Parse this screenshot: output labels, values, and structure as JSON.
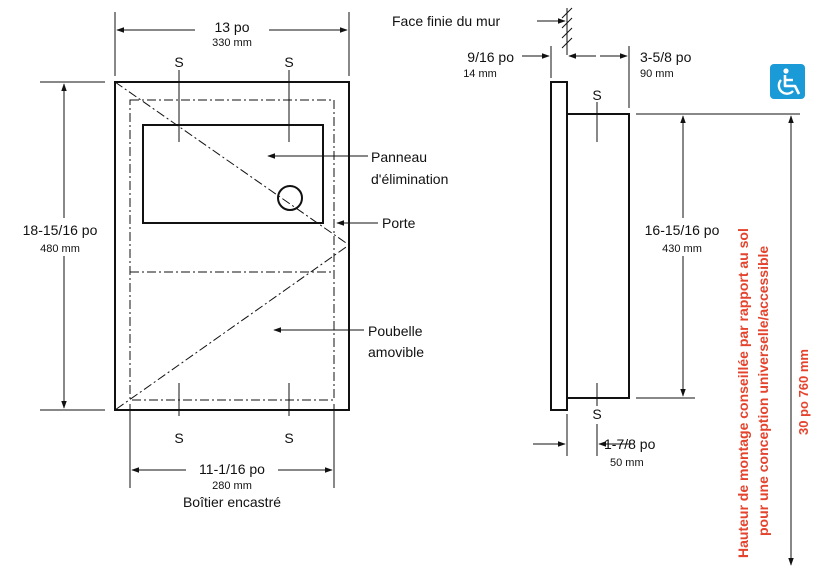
{
  "front_view": {
    "top_width": "13 po",
    "top_width_mm": "330 mm",
    "height": "18-15/16 po",
    "height_mm": "480 mm",
    "bottom_width": "11-1/16 po",
    "bottom_width_mm": "280 mm",
    "caption": "Boîtier encastré",
    "screw_label": "S",
    "panel_label_line1": "Panneau",
    "panel_label_line2": "d'élimination",
    "door_label": "Porte",
    "bin_label_line1": "Poubelle",
    "bin_label_line2": "amovible"
  },
  "side_view": {
    "wall_label": "Face finie du mur",
    "wall_thickness": "9/16 po",
    "wall_thickness_mm": "14 mm",
    "projection": "3-5/8 po",
    "projection_mm": "90 mm",
    "body_height": "16-15/16 po",
    "body_height_mm": "430 mm",
    "recess": "1-7/8 po",
    "recess_mm": "50 mm",
    "screw_label": "S"
  },
  "mounting": {
    "height_text": "30 po 760 mm",
    "note_line1": "Hauteur de montage conseillée par rapport au sol",
    "note_line2": "pour une conception universelle/accessible",
    "accent_color": "#e4432d",
    "icon_color": "#1a9ad6",
    "icon": "wheelchair-accessibility-icon"
  }
}
